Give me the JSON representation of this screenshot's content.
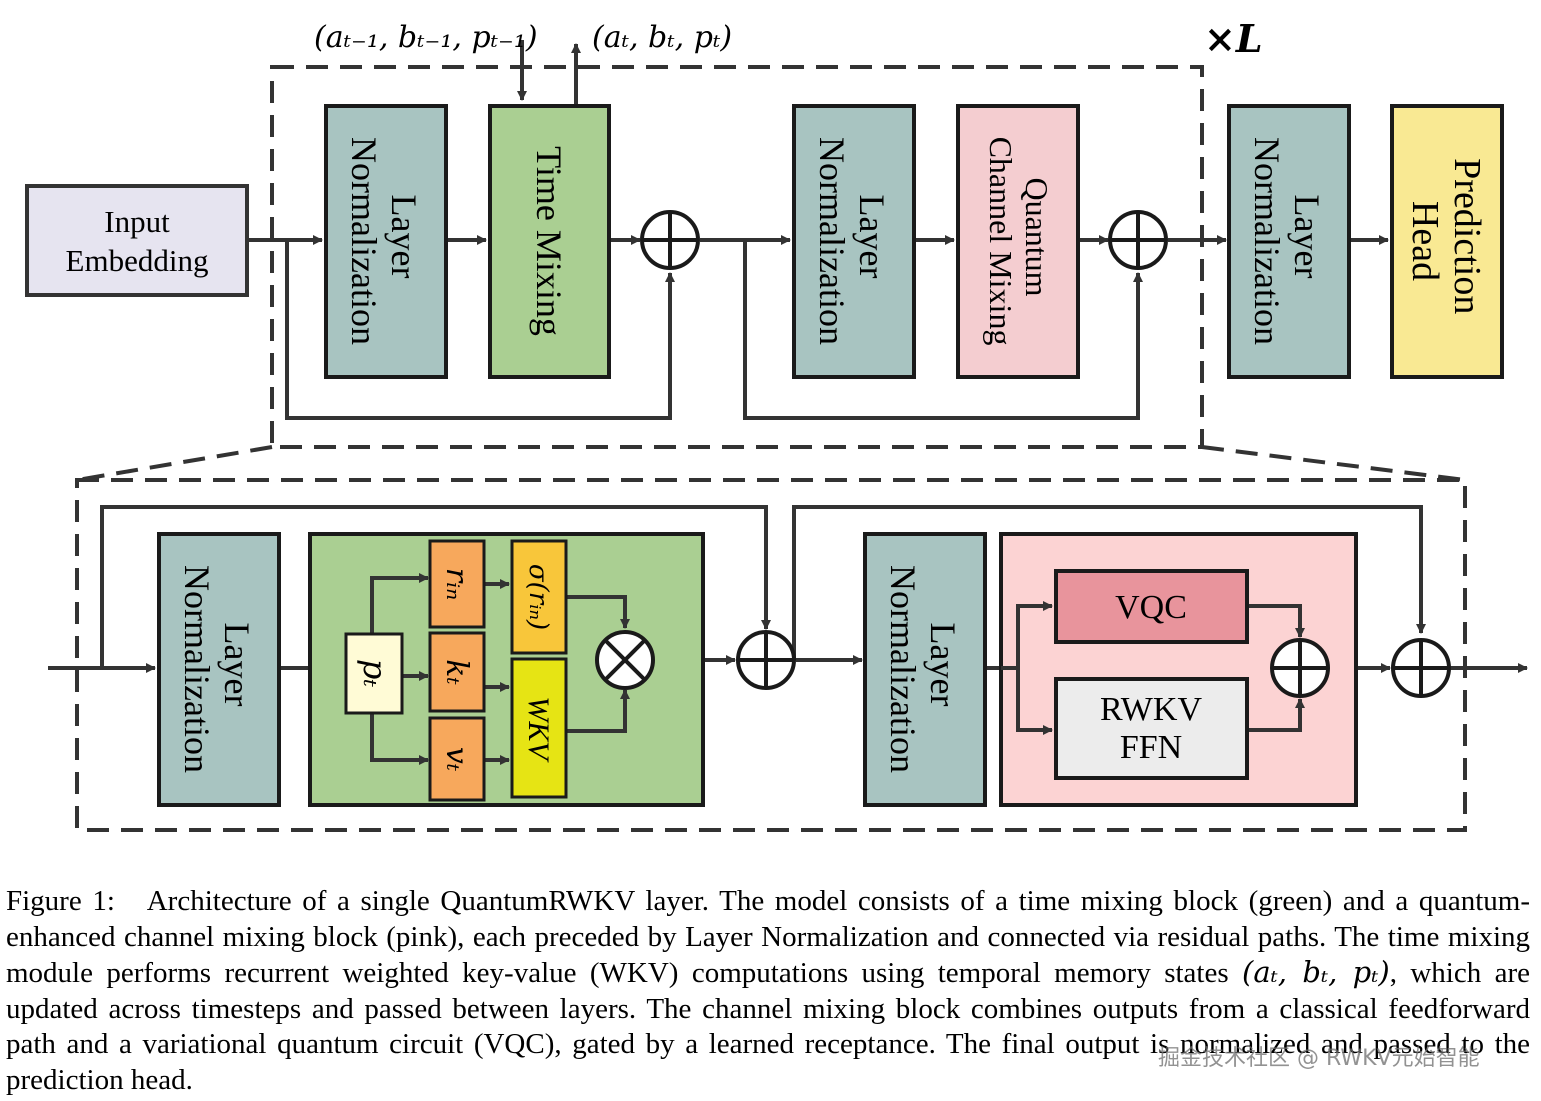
{
  "labels": {
    "input_embedding": [
      "Input",
      "Embedding"
    ],
    "layer_norm": [
      "Layer",
      "Normalization"
    ],
    "time_mixing": "Time Mixing",
    "quantum_channel_mixing": [
      "Quantum",
      "Channel Mixing"
    ],
    "prediction_head": [
      "Prediction",
      "Head"
    ],
    "state_in": "(aₜ₋₁, bₜ₋₁, pₜ₋₁)",
    "state_out": "(aₜ, bₜ, pₜ)",
    "repeat": "×L",
    "p_t": "pₜ",
    "r_in": "rᵢₙ",
    "k_t": "kₜ",
    "v_t": "vₜ",
    "sigma_r_in": "σ(rᵢₙ)",
    "wkv": "WKV",
    "vqc": "VQC",
    "rwkv_ffn": [
      "RWKV",
      "FFN"
    ]
  },
  "caption": {
    "prefix": "Figure 1:",
    "text_before_state": "Architecture of a single QuantumRWKV layer. The model consists of a time mixing block (green) and a quantum-enhanced channel mixing block (pink), each preceded by Layer Normalization and connected via residual paths. The time mixing module performs recurrent weighted key-value (WKV) computations using temporal memory states ",
    "state": "(aₜ, bₜ, pₜ)",
    "text_after_state": ", which are updated across timesteps and passed between layers. The channel mixing block combines outputs from a classical feedforward path and a variational quantum circuit (VQC), gated by a learned receptance. The final output is normalized and passed to the prediction head."
  },
  "watermark": "掘金技术社区 @ RWKV元始智能",
  "colors": {
    "input_embedding": "#e6e4f0",
    "layer_norm": "#a8c4c1",
    "time_mixing": "#aacf92",
    "quantum_channel_mixing": "#f4cdd0",
    "prediction_head": "#f9e993",
    "p_t": "#fffbd6",
    "rkv": "#f7a85c",
    "sigma": "#f8c63a",
    "wkv": "#e6e414",
    "channel_block": "#fcd3d3",
    "vqc": "#e8949c",
    "rwkv_ffn": "#ececec",
    "line": "#333333"
  }
}
